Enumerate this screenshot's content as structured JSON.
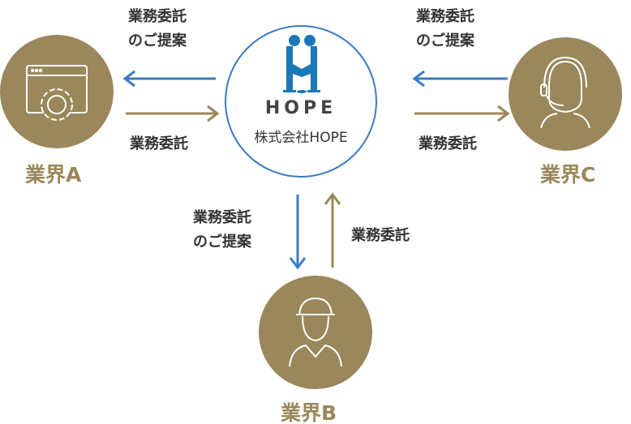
{
  "center": {
    "logo_text": "HOPE",
    "company_name": "株式会社HOPE"
  },
  "nodes": {
    "a": "業界A",
    "b": "業界B",
    "c": "業界C"
  },
  "flows": {
    "proposal": [
      "業務委託",
      "のご提案"
    ],
    "outsource": "業務委託"
  },
  "colors": {
    "gold": "#9a875b",
    "blue": "#3b7cc4",
    "logo_blue": "#1a78b8"
  }
}
